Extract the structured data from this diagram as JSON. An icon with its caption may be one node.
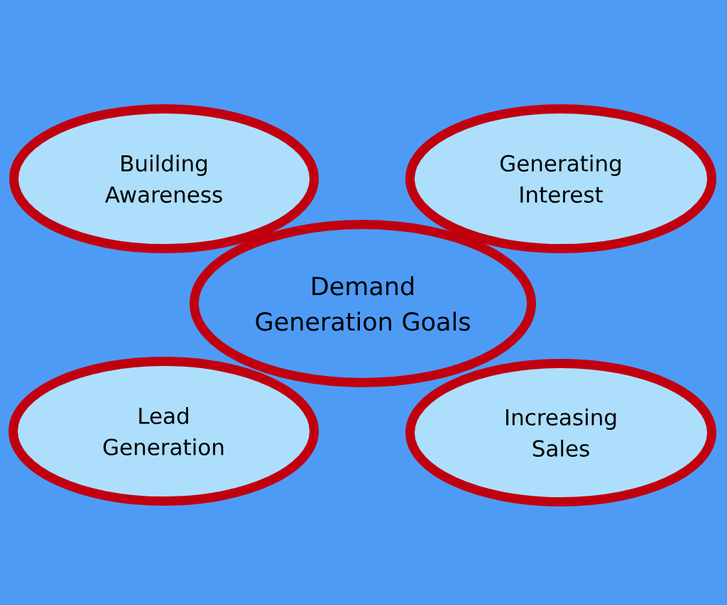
{
  "diagram": {
    "nodes": [
      {
        "text": [
          "Building Awareness"
        ]
      },
      {
        "text": [
          "Generating Interest"
        ]
      },
      {
        "text": [
          "Demand Generation Goals"
        ]
      },
      {
        "text": [
          "Lead Generation"
        ]
      },
      {
        "text": [
          "Increasing Sales"
        ]
      }
    ]
  }
}
